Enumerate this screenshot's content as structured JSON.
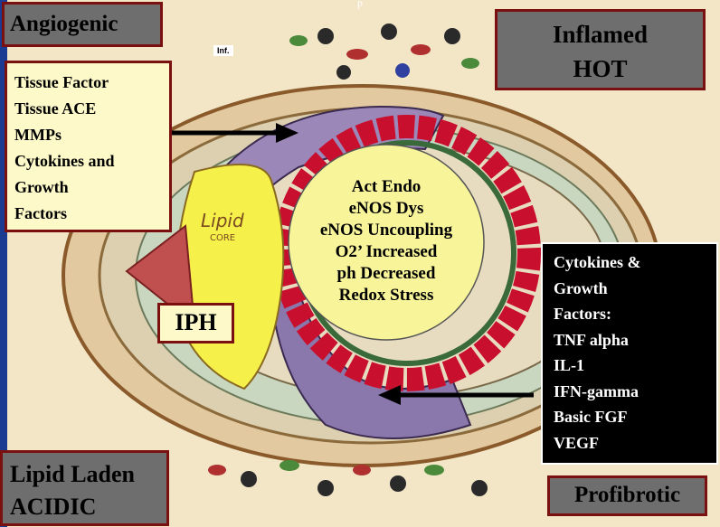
{
  "header_caption": "p",
  "inf_label": "Inf.",
  "angiogenic": "Angiogenic",
  "inflamed": [
    "Inflamed",
    "HOT"
  ],
  "left_box": [
    "Tissue Factor",
    "Tissue ACE",
    "MMPs",
    "Cytokines and",
    "Growth",
    "Factors"
  ],
  "center": [
    "Act Endo",
    "eNOS Dys",
    "eNOS Uncoupling",
    "O2’ Increased",
    "ph Decreased",
    "Redox Stress"
  ],
  "lipid_core": [
    "Lipid",
    "CORE"
  ],
  "iph": "IPH",
  "right_box": [
    "Cytokines &",
    "Growth",
    "Factors:",
    "TNF alpha",
    "IL-1",
    "IFN-gamma",
    "Basic FGF",
    "VEGF"
  ],
  "lipid_laden": [
    "Lipid Laden",
    "ACIDIC"
  ],
  "profibrotic": "Profibrotic",
  "colors": {
    "box_grey": "#6e6e6e",
    "box_border": "#7a1010",
    "cream": "#fdf9c9",
    "center_circle": "#f7f49a",
    "background": "#1f3f99"
  }
}
